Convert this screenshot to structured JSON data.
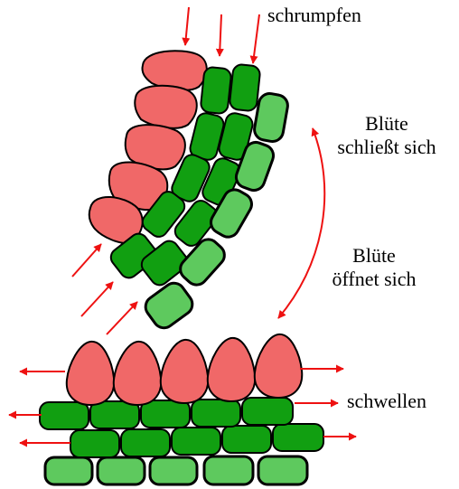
{
  "labels": {
    "shrink": "schrumpfen",
    "closes_line1": "Blüte",
    "closes_line2": "schließt sich",
    "opens_line1": "Blüte",
    "opens_line2": "öffnet sich",
    "swell": "schwellen"
  },
  "colors": {
    "petal_cell": "#f06868",
    "dark_cell": "#119f11",
    "light_cell": "#5ec95e",
    "arrow": "#ee1111",
    "outline": "#000000"
  }
}
